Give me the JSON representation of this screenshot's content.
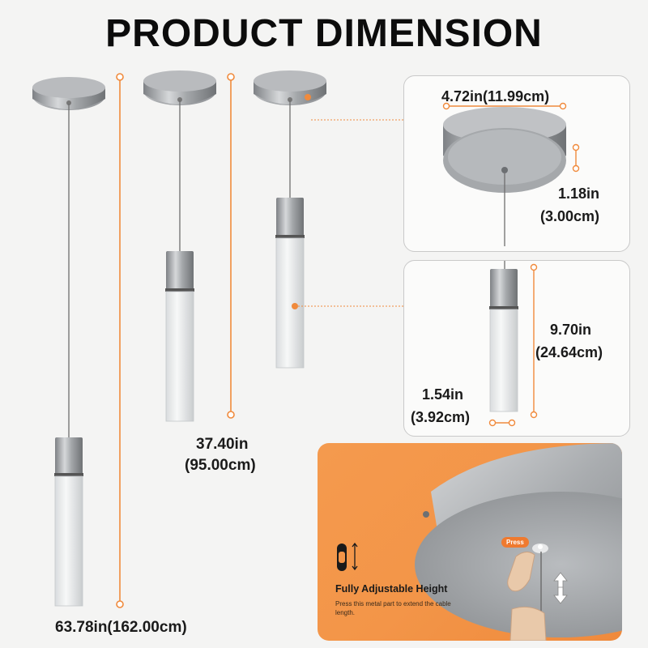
{
  "title": "PRODUCT DIMENSION",
  "dimensions": {
    "total_height": "63.78in(162.00cm)",
    "mid_height_in": "37.40in",
    "mid_height_cm": "(95.00cm)",
    "canopy_diameter": "4.72in(11.99cm)",
    "canopy_height_in": "1.18in",
    "canopy_height_cm": "(3.00cm)",
    "shade_height_in": "9.70in",
    "shade_height_cm": "(24.64cm)",
    "shade_width_in": "1.54in",
    "shade_width_cm": "(3.92cm)"
  },
  "adjust": {
    "press_label": "Press",
    "heading": "Fully Adjustable Height",
    "description": "Press this metal part to extend the cable length."
  },
  "colors": {
    "accent": "#f08a3c",
    "metal": "#a9abae",
    "background": "#f4f4f3"
  }
}
